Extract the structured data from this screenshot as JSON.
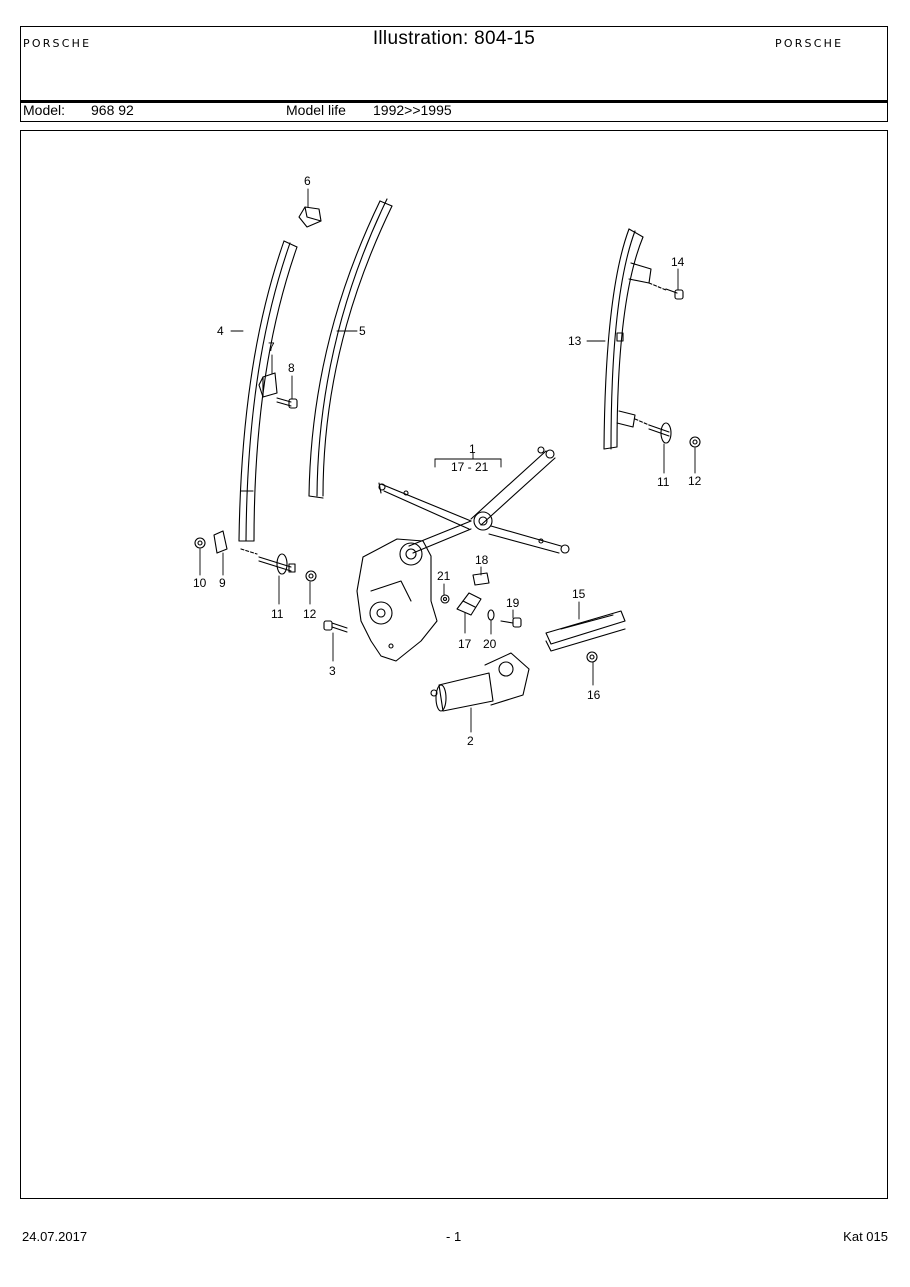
{
  "header": {
    "brand": "PORSCHE",
    "title": "Illustration: 804-15",
    "model_label": "Model:",
    "model_value": "968 92",
    "model_life_label": "Model life",
    "model_life_value": "1992>>1995"
  },
  "callouts": {
    "c1": "1",
    "c17_21": "17 - 21",
    "c2": "2",
    "c3": "3",
    "c4": "4",
    "c5": "5",
    "c6": "6",
    "c7": "7",
    "c8": "8",
    "c9": "9",
    "c10": "10",
    "c11a": "11",
    "c11b": "11",
    "c12a": "12",
    "c12b": "12",
    "c13": "13",
    "c14": "14",
    "c15": "15",
    "c16": "16",
    "c17": "17",
    "c18": "18",
    "c19": "19",
    "c20": "20",
    "c21": "21"
  },
  "footer": {
    "date": "24.07.2017",
    "page": "- 1",
    "catalog": "Kat 015"
  }
}
